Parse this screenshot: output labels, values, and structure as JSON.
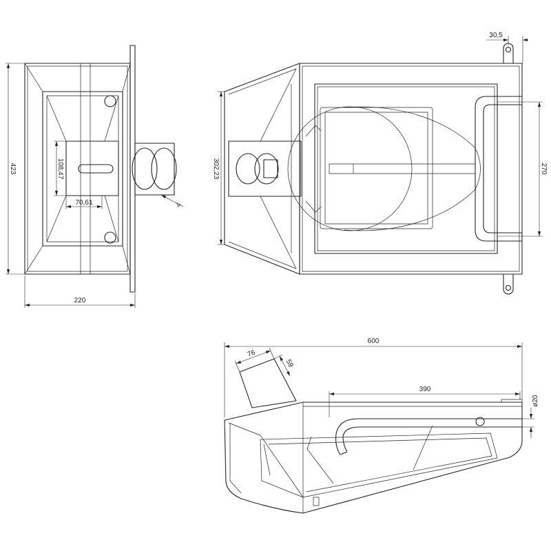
{
  "colors": {
    "line": "#222222",
    "background": "#ffffff"
  },
  "front_view": {
    "dim_height": "423",
    "dim_chute_height": "108,47",
    "dim_chute_width": "70,61",
    "dim_weld": "4",
    "dim_width": "220"
  },
  "top_view": {
    "dim_hopper_width": "302,23",
    "dim_lug_offset": "30,5",
    "dim_handle_span": "270"
  },
  "side_view": {
    "dim_length": "600",
    "dim_chute_side": "76",
    "dim_chute_top": "59",
    "dim_rod_length": "390",
    "dim_rod_diameter": "ø20"
  }
}
